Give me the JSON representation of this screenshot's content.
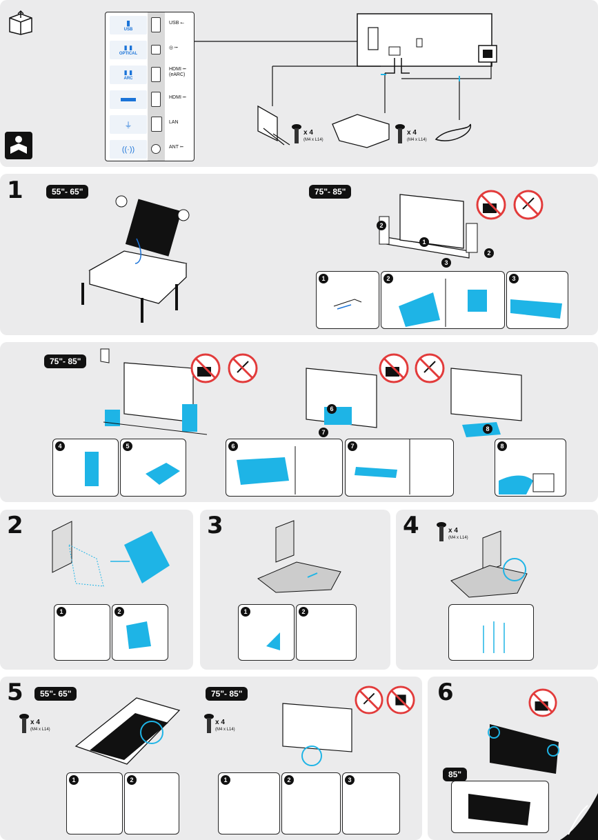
{
  "header": {
    "ports": [
      {
        "name": "usb",
        "icon_caption": "USB",
        "label": "USB ⭠"
      },
      {
        "name": "optical",
        "icon_caption": "OPTICAL",
        "label": "◎ ⭰"
      },
      {
        "name": "hdmi-earc",
        "icon_caption": "ARC",
        "label": "HDMI ⭰\n(eARC)"
      },
      {
        "name": "hdmi",
        "icon_caption": "",
        "label": "HDMI ⭰"
      },
      {
        "name": "lan",
        "icon_caption": "",
        "label": "LAN"
      },
      {
        "name": "ant",
        "icon_caption": "",
        "label": "ANT ⭰"
      }
    ],
    "screw_count_1": "x 4",
    "screw_spec_1": "(M4 x L14)",
    "screw_count_2": "x 4",
    "screw_spec_2": "(M4 x L14)"
  },
  "step1": {
    "number": "1",
    "size_a": "55\"- 65\"",
    "size_b": "75\"- 85\"",
    "callouts": [
      "1",
      "2",
      "3"
    ]
  },
  "step1b": {
    "size": "75\"- 85\"",
    "callouts": [
      "4",
      "5",
      "6",
      "7",
      "8"
    ]
  },
  "step2": {
    "number": "2",
    "callouts": [
      "1",
      "2"
    ]
  },
  "step3": {
    "number": "3",
    "callouts": [
      "1",
      "2"
    ]
  },
  "step4": {
    "number": "4",
    "screw_count": "x 4",
    "screw_spec": "(M4 x L14)"
  },
  "step5": {
    "number": "5",
    "size_a": "55\"- 65\"",
    "size_b": "75\"- 85\"",
    "screw_count_a": "x 4",
    "screw_spec_a": "(M4 x L14)",
    "screw_count_b": "x 4",
    "screw_spec_b": "(M4 x L14)",
    "callouts": [
      "1",
      "2",
      "3"
    ]
  },
  "step6": {
    "number": "6",
    "size": "85\""
  },
  "colors": {
    "accent": "#1eb4e6",
    "panel": "#ebebec",
    "ink": "#111111",
    "prohibit": "#e23b3b"
  }
}
